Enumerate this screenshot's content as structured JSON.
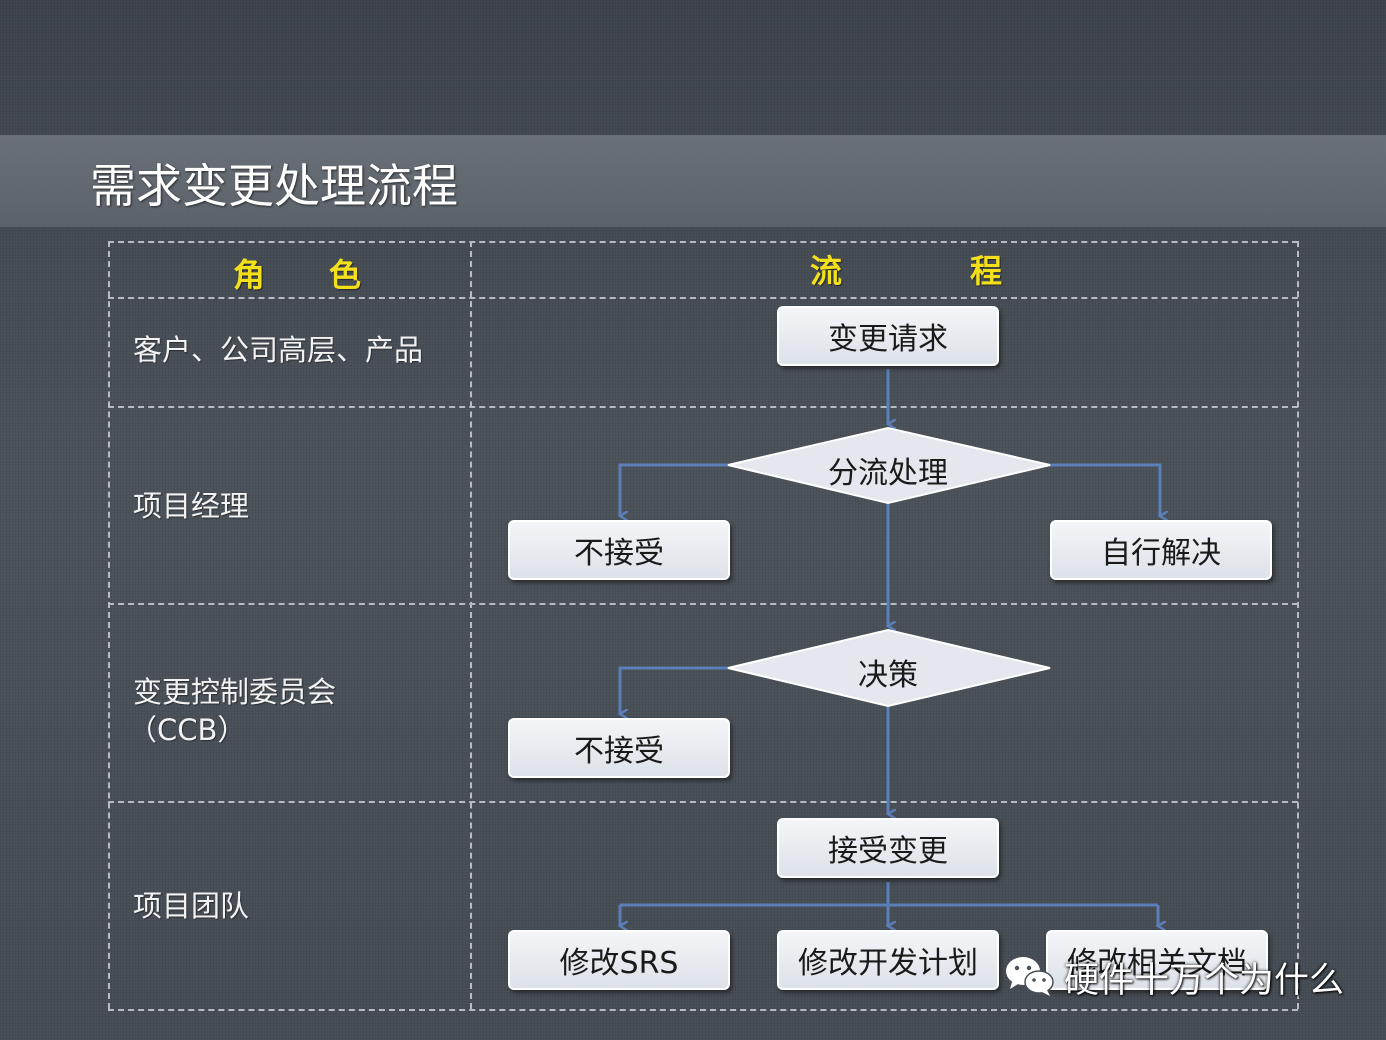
{
  "title": "需求变更处理流程",
  "headers": {
    "role": "角　　色",
    "process": "流　　　　程"
  },
  "roles": [
    {
      "label": "客户、公司高层、产品"
    },
    {
      "label": "项目经理"
    },
    {
      "label": "变更控制委员会",
      "sub": "（CCB）"
    },
    {
      "label": "项目团队"
    }
  ],
  "nodes": {
    "change_request": "变更请求",
    "triage": "分流处理",
    "reject_pm": "不接受",
    "self_resolve": "自行解决",
    "decision": "决策",
    "reject_ccb": "不接受",
    "accept_change": "接受变更",
    "modify_srs": "修改SRS",
    "modify_plan": "修改开发计划",
    "modify_docs": "修改相关文档"
  },
  "watermark": {
    "text": "硬件十万个为什么",
    "icon": "wechat-icon"
  },
  "colors": {
    "header_text": "#f4e01a",
    "connector": "#5b7fb8",
    "box_fill": "#e4e8ee"
  }
}
